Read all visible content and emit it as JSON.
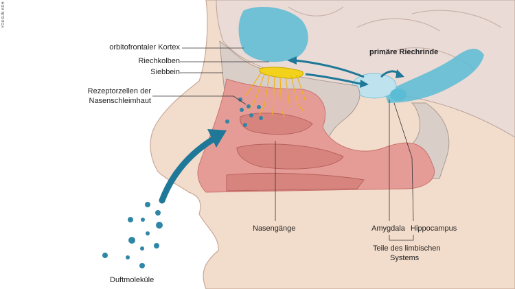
{
  "credit": "YOUSUN KOH",
  "labels": {
    "orbitofrontal": "orbitofrontaler Kortex",
    "riechkolben": "Riechkolben",
    "siebbein": "Siebbein",
    "rezeptor_line1": "Rezeptorzellen der",
    "rezeptor_line2": "Nasenschleimhaut",
    "riechrinde": "primäre Riechrinde",
    "nasengaenge": "Nasengänge",
    "amygdala": "Amygdala",
    "hippocampus": "Hippocampus",
    "limbic_line1": "Teile des limbischen",
    "limbic_line2": "Systems",
    "duftmolekuele": "Duftmoleküle"
  },
  "colors": {
    "skin": "#f2dccb",
    "nasal_cavity": "#e59b96",
    "brain": "#eadbd6",
    "blue_region": "#5bbcd6",
    "bulb": "#f2d21a",
    "arrow": "#1f7897",
    "bone": "#d9cfc8"
  }
}
